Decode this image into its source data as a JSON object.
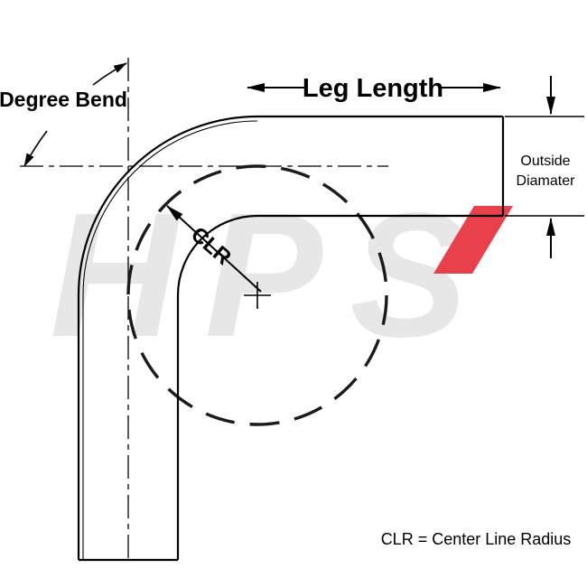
{
  "title": "90 degree tube bend dimension diagram",
  "labels": {
    "degree_bend": "Degree Bend",
    "leg_length": "Leg Length",
    "outside_diameter_line1": "Outside",
    "outside_diameter_line2": "Diamater",
    "clr": "CLR",
    "clr_legend": "CLR = Center Line Radius"
  },
  "watermark": {
    "text": "HPS",
    "gray_color": "#e7e7e7",
    "red_color": "#e8414b"
  },
  "colors": {
    "line": "#000000",
    "background": "#ffffff"
  }
}
